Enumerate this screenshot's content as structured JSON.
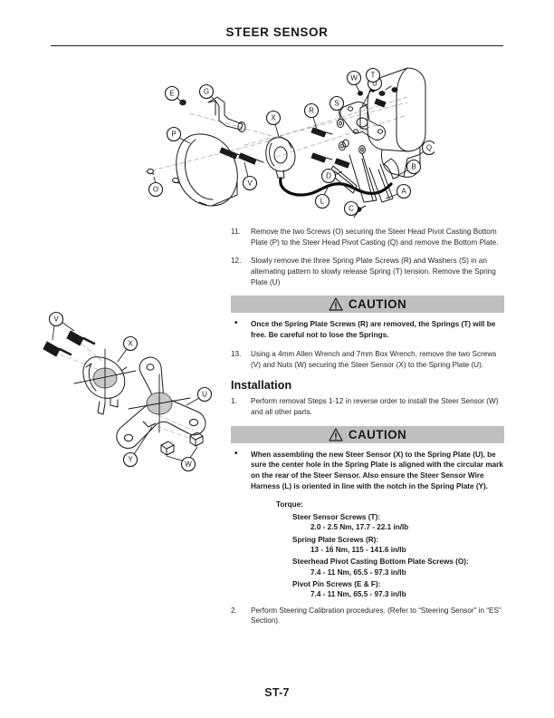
{
  "header": {
    "title": "STEER SENSOR"
  },
  "footer": {
    "page_number": "ST-7"
  },
  "steps": [
    {
      "num": "11.",
      "text": "Remove the two Screws (O) securing the Steer Head Pivot Casting Bottom Plate (P) to the Steer Head Pivot Casting (Q) and remove the Bottom Plate."
    },
    {
      "num": "12.",
      "text": "Slowly remove the three Spring Plate Screws (R) and Washers (S) in an alternating pattern to slowly release Spring (T) tension. Remove the Spring Plate (U)"
    },
    {
      "num": "13.",
      "text": "Using a 4mm Allen Wrench and 7mm Box Wrench, remove the two Screws (V) and Nuts (W) securing the Steer Sensor (X) to the Spring Plate (U)."
    }
  ],
  "caution_1": {
    "label": "CAUTION",
    "icon": "warning-triangle-icon",
    "note": "Once the Spring Plate Screws (R) are removed, the Springs (T) will be free. Be careful not to lose the Springs."
  },
  "installation": {
    "heading": "Installation",
    "step_1": {
      "num": "1.",
      "text": "Perform removal Steps 1-12 in reverse order to install the Steer Sensor (W) and all other parts."
    },
    "step_2": {
      "num": "2.",
      "text": "Perform Steering Calibration procedures. (Refer to “Steering Sensor” in “ES” Section)."
    }
  },
  "caution_2": {
    "label": "CAUTION",
    "icon": "warning-triangle-icon",
    "note": "When assembling the new Steer Sensor (X) to the Spring Plate (U), be sure the center hole in the Spring Plate is aligned with the circular mark on the rear of the Steer Sensor. Also ensure the Steer Sensor Wire Harness (L) is oriented in line with the notch in the Spring Plate (Y)."
  },
  "torque": {
    "title": "Torque:",
    "items": [
      {
        "label": "Steer Sensor Screws (T):",
        "value": "2.0 - 2.5 Nm, 17.7 - 22.1 in/lb"
      },
      {
        "label": "Spring Plate Screws (R):",
        "value": "13 - 16 Nm, 115 - 141.6 in/lb"
      },
      {
        "label": "Steerhead Pivot Casting Bottom Plate Screws (O):",
        "value": "7.4 - 11 Nm, 65.5 - 97.3 in/lb"
      },
      {
        "label": "Pivot Pin Screws (E & F):",
        "value": "7.4 - 11 Nm, 65.5 - 97.3 in/lb"
      }
    ]
  },
  "figures": {
    "top": {
      "name": "steer-head-exploded-assembly",
      "callouts": [
        "E",
        "G",
        "P",
        "O",
        "V",
        "X",
        "R",
        "S",
        "U",
        "W",
        "T",
        "L",
        "C",
        "D",
        "Q",
        "B",
        "A"
      ]
    },
    "bottom": {
      "name": "steer-sensor-spring-plate-detail",
      "callouts": [
        "V",
        "X",
        "U",
        "Y",
        "W"
      ]
    }
  },
  "colors": {
    "caution_band": "#bfbfbf",
    "text": "#231f20",
    "line": "#1a1a1a",
    "shade": "#c9c9c9"
  }
}
